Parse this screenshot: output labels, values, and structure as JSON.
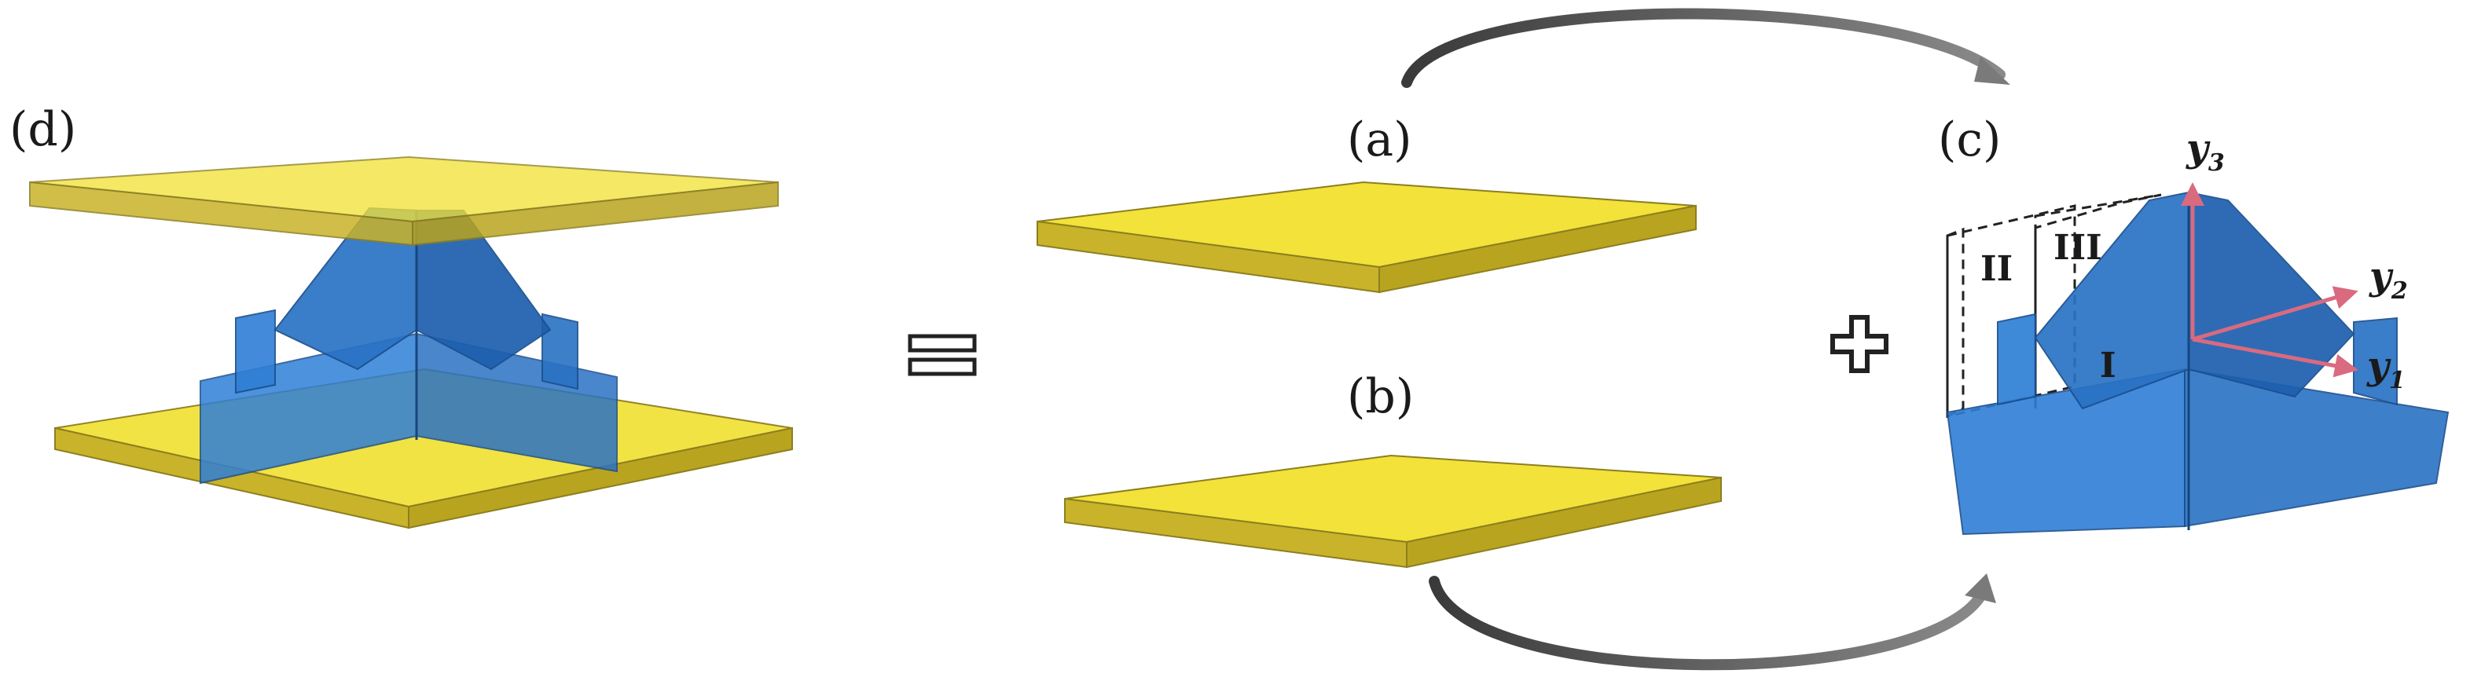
{
  "panels": {
    "d": "(d)",
    "a": "(a)",
    "b": "(b)",
    "c": "(c)"
  },
  "operators": {
    "equals": "=",
    "plus": "+"
  },
  "regions": [
    "II",
    "III",
    "I"
  ],
  "axes": [
    {
      "base": "y",
      "sub": "3"
    },
    {
      "base": "y",
      "sub": "2"
    },
    {
      "base": "y",
      "sub": "1"
    }
  ],
  "colors": {
    "plate_face": "#f2e23a",
    "plate_side": "#c9b32a",
    "core_face": "#2f7fd6",
    "core_dark": "#1d5fae",
    "axis_arrow": "#d96a80",
    "flow_arrow": "#5a5a5a"
  }
}
